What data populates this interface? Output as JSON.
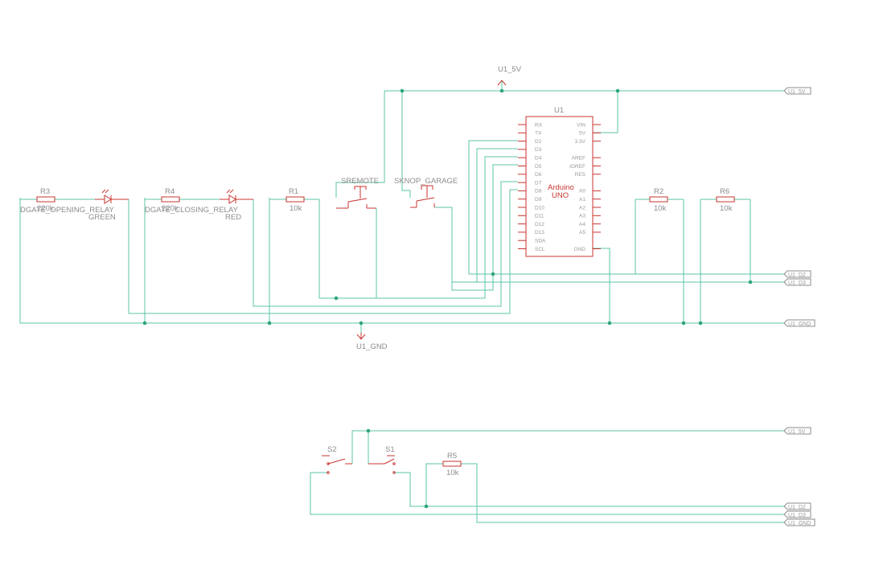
{
  "labels": {
    "u1_5v_top": "U1_5V",
    "u1_gnd_bottom": "U1_GND",
    "u1_ref": "U1",
    "u1_name_1": "Arduino",
    "u1_name_2": "UNO",
    "r3_ref": "R3",
    "r3_value": "220k",
    "r4_ref": "R4",
    "r4_value": "220k",
    "r1_ref": "R1",
    "r1_value": "10k",
    "r2_ref": "R2",
    "r2_value": "10k",
    "r6_ref": "R6",
    "r6_value": "10k",
    "r5_ref": "R5",
    "r5_value": "10k",
    "led1_ref": "DGATE_OPENING_RELAY",
    "led1_color": "GREEN",
    "led2_ref": "DGATE_CLOSING_RELAY",
    "led2_color": "RED",
    "sremote": "SREMOTE",
    "sknop": "SKNOP_GARAGE",
    "s1": "S1",
    "s2": "S2"
  },
  "ports": {
    "top_5v": "U1_5V",
    "d2": "U1_D2",
    "d3": "U1_D3",
    "gnd": "U1_GND",
    "b_5v": "U1_5V",
    "b_d2": "U1_D2",
    "b_d3": "U1_D3",
    "b_gnd": "U1_GND"
  },
  "u1_pins": {
    "left": [
      "RX",
      "TX",
      "D2",
      "D3",
      "D4",
      "D5",
      "D6",
      "D7",
      "D8",
      "D9",
      "D10",
      "D11",
      "D12",
      "D13",
      "SDA",
      "SCL"
    ],
    "right": [
      "VIN",
      "5V",
      "3.3V",
      "",
      "AREF",
      "IOREF",
      "RES",
      "",
      "A0",
      "A1",
      "A2",
      "A3",
      "A4",
      "A5",
      "",
      "GND"
    ]
  },
  "colors": {
    "wire": "#5bc4a8",
    "junction": "#2ea57f",
    "symbol": "#c9342f",
    "text": "#8c8c8c"
  }
}
